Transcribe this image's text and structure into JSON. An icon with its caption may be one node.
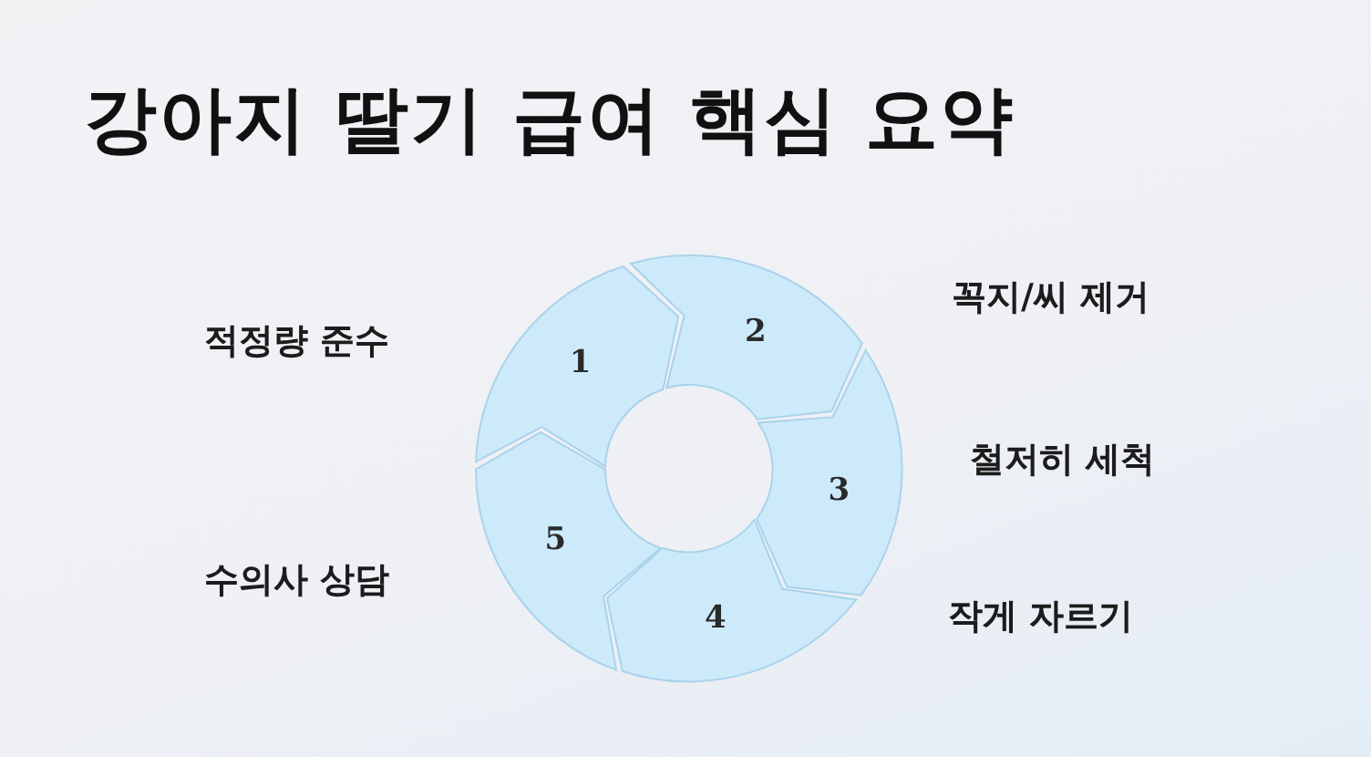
{
  "diagram": {
    "title": "강아지 딸기 급여 핵심 요약",
    "nodes": [
      {
        "text": [
          "1"
        ]
      },
      {
        "text": [
          "2"
        ]
      },
      {
        "text": [
          "3"
        ]
      },
      {
        "text": [
          "4"
        ]
      },
      {
        "text": [
          "5"
        ]
      }
    ],
    "labels": [
      "꼭지/씨 제거",
      "적정량 준수",
      "철저히 세척",
      "수의사 상담",
      "작게 자르기"
    ]
  }
}
